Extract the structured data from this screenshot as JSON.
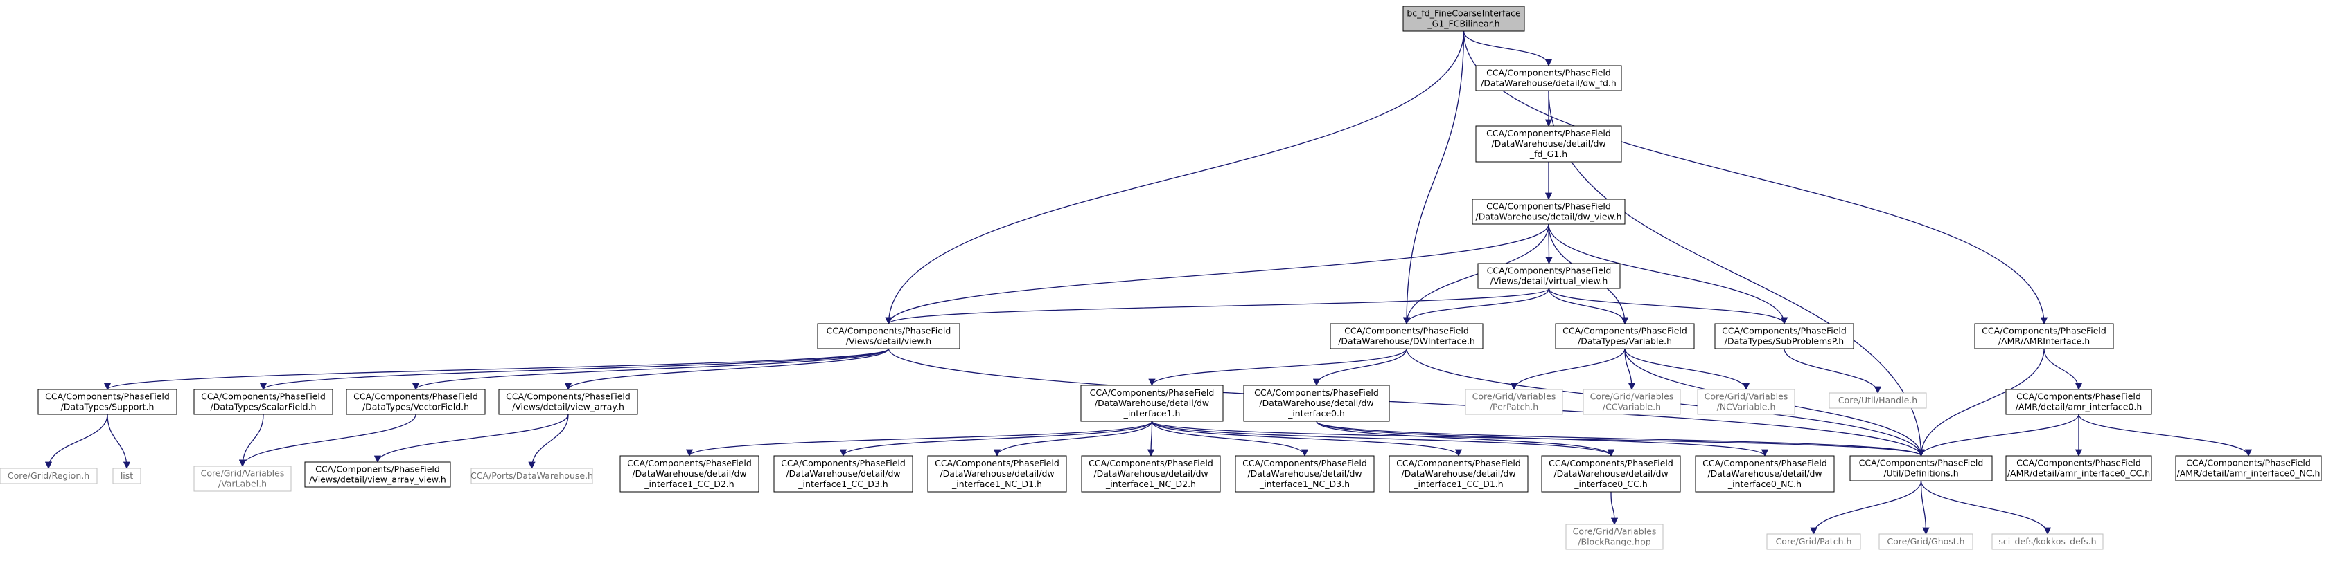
{
  "title": "bc_fd_FineCoarseInterface_G1_FCBilinear.h",
  "colors": {
    "edge": "#191970",
    "box_stroke": "#000000",
    "root_fill": "#bfbfbf",
    "external_stroke": "#bfbfbf",
    "external_text": "#6f6f6f"
  },
  "nodes": [
    {
      "id": "root",
      "lines": [
        "bc_fd_FineCoarseInterface",
        "_G1_FCBilinear.h"
      ],
      "kind": "root"
    },
    {
      "id": "dw_fd",
      "lines": [
        "CCA/Components/PhaseField",
        "/DataWarehouse/detail/dw_fd.h"
      ],
      "kind": "internal"
    },
    {
      "id": "dw_fd_G1",
      "lines": [
        "CCA/Components/PhaseField",
        "/DataWarehouse/detail/dw",
        "_fd_G1.h"
      ],
      "kind": "internal"
    },
    {
      "id": "dw_view",
      "lines": [
        "CCA/Components/PhaseField",
        "/DataWarehouse/detail/dw_view.h"
      ],
      "kind": "internal"
    },
    {
      "id": "virtual_view",
      "lines": [
        "CCA/Components/PhaseField",
        "/Views/detail/virtual_view.h"
      ],
      "kind": "internal"
    },
    {
      "id": "view",
      "lines": [
        "CCA/Components/PhaseField",
        "/Views/detail/view.h"
      ],
      "kind": "internal"
    },
    {
      "id": "dwinterface",
      "lines": [
        "CCA/Components/PhaseField",
        "/DataWarehouse/DWInterface.h"
      ],
      "kind": "internal"
    },
    {
      "id": "variable",
      "lines": [
        "CCA/Components/PhaseField",
        "/DataTypes/Variable.h"
      ],
      "kind": "internal"
    },
    {
      "id": "subproblemsp",
      "lines": [
        "CCA/Components/PhaseField",
        "/DataTypes/SubProblemsP.h"
      ],
      "kind": "internal"
    },
    {
      "id": "amrinterface",
      "lines": [
        "CCA/Components/PhaseField",
        "/AMR/AMRInterface.h"
      ],
      "kind": "internal"
    },
    {
      "id": "support",
      "lines": [
        "CCA/Components/PhaseField",
        "/DataTypes/Support.h"
      ],
      "kind": "internal"
    },
    {
      "id": "scalarfield",
      "lines": [
        "CCA/Components/PhaseField",
        "/DataTypes/ScalarField.h"
      ],
      "kind": "internal"
    },
    {
      "id": "vectorfield",
      "lines": [
        "CCA/Components/PhaseField",
        "/DataTypes/VectorField.h"
      ],
      "kind": "internal"
    },
    {
      "id": "view_array",
      "lines": [
        "CCA/Components/PhaseField",
        "/Views/detail/view_array.h"
      ],
      "kind": "internal"
    },
    {
      "id": "dw_interface1",
      "lines": [
        "CCA/Components/PhaseField",
        "/DataWarehouse/detail/dw",
        "_interface1.h"
      ],
      "kind": "internal"
    },
    {
      "id": "dw_interface0",
      "lines": [
        "CCA/Components/PhaseField",
        "/DataWarehouse/detail/dw",
        "_interface0.h"
      ],
      "kind": "internal"
    },
    {
      "id": "perpatch",
      "lines": [
        "Core/Grid/Variables",
        "/PerPatch.h"
      ],
      "kind": "external"
    },
    {
      "id": "ccvariable",
      "lines": [
        "Core/Grid/Variables",
        "/CCVariable.h"
      ],
      "kind": "external"
    },
    {
      "id": "ncvariable",
      "lines": [
        "Core/Grid/Variables",
        "/NCVariable.h"
      ],
      "kind": "external"
    },
    {
      "id": "handle",
      "lines": [
        "Core/Util/Handle.h"
      ],
      "kind": "external"
    },
    {
      "id": "amr_interface0",
      "lines": [
        "CCA/Components/PhaseField",
        "/AMR/detail/amr_interface0.h"
      ],
      "kind": "internal"
    },
    {
      "id": "region",
      "lines": [
        "Core/Grid/Region.h"
      ],
      "kind": "external"
    },
    {
      "id": "list",
      "lines": [
        "list"
      ],
      "kind": "external"
    },
    {
      "id": "varlabel",
      "lines": [
        "Core/Grid/Variables",
        "/VarLabel.h"
      ],
      "kind": "external"
    },
    {
      "id": "view_array_view",
      "lines": [
        "CCA/Components/PhaseField",
        "/Views/detail/view_array_view.h"
      ],
      "kind": "internal"
    },
    {
      "id": "ports_dw",
      "lines": [
        "CCA/Ports/DataWarehouse.h"
      ],
      "kind": "external"
    },
    {
      "id": "i1_cc_d2",
      "lines": [
        "CCA/Components/PhaseField",
        "/DataWarehouse/detail/dw",
        "_interface1_CC_D2.h"
      ],
      "kind": "internal"
    },
    {
      "id": "i1_cc_d3",
      "lines": [
        "CCA/Components/PhaseField",
        "/DataWarehouse/detail/dw",
        "_interface1_CC_D3.h"
      ],
      "kind": "internal"
    },
    {
      "id": "i1_nc_d1",
      "lines": [
        "CCA/Components/PhaseField",
        "/DataWarehouse/detail/dw",
        "_interface1_NC_D1.h"
      ],
      "kind": "internal"
    },
    {
      "id": "i1_nc_d2",
      "lines": [
        "CCA/Components/PhaseField",
        "/DataWarehouse/detail/dw",
        "_interface1_NC_D2.h"
      ],
      "kind": "internal"
    },
    {
      "id": "i1_nc_d3",
      "lines": [
        "CCA/Components/PhaseField",
        "/DataWarehouse/detail/dw",
        "_interface1_NC_D3.h"
      ],
      "kind": "internal"
    },
    {
      "id": "i1_cc_d1",
      "lines": [
        "CCA/Components/PhaseField",
        "/DataWarehouse/detail/dw",
        "_interface1_CC_D1.h"
      ],
      "kind": "internal"
    },
    {
      "id": "i0_cc",
      "lines": [
        "CCA/Components/PhaseField",
        "/DataWarehouse/detail/dw",
        "_interface0_CC.h"
      ],
      "kind": "internal"
    },
    {
      "id": "i0_nc",
      "lines": [
        "CCA/Components/PhaseField",
        "/DataWarehouse/detail/dw",
        "_interface0_NC.h"
      ],
      "kind": "internal"
    },
    {
      "id": "definitions",
      "lines": [
        "CCA/Components/PhaseField",
        "/Util/Definitions.h"
      ],
      "kind": "internal"
    },
    {
      "id": "amr_i0_cc",
      "lines": [
        "CCA/Components/PhaseField",
        "/AMR/detail/amr_interface0_CC.h"
      ],
      "kind": "internal"
    },
    {
      "id": "amr_i0_nc",
      "lines": [
        "CCA/Components/PhaseField",
        "/AMR/detail/amr_interface0_NC.h"
      ],
      "kind": "internal"
    },
    {
      "id": "blockrange",
      "lines": [
        "Core/Grid/Variables",
        "/BlockRange.hpp"
      ],
      "kind": "external"
    },
    {
      "id": "patch",
      "lines": [
        "Core/Grid/Patch.h"
      ],
      "kind": "external"
    },
    {
      "id": "ghost",
      "lines": [
        "Core/Grid/Ghost.h"
      ],
      "kind": "external"
    },
    {
      "id": "kokkos",
      "lines": [
        "sci_defs/kokkos_defs.h"
      ],
      "kind": "external"
    }
  ],
  "edges": [
    [
      "root",
      "dw_fd"
    ],
    [
      "root",
      "view"
    ],
    [
      "root",
      "dwinterface"
    ],
    [
      "root",
      "amrinterface"
    ],
    [
      "dw_fd",
      "dw_fd_G1"
    ],
    [
      "dw_fd",
      "definitions"
    ],
    [
      "dw_fd_G1",
      "dw_view"
    ],
    [
      "dw_view",
      "virtual_view"
    ],
    [
      "dw_view",
      "view"
    ],
    [
      "dw_view",
      "dwinterface"
    ],
    [
      "dw_view",
      "variable"
    ],
    [
      "dw_view",
      "subproblemsp"
    ],
    [
      "virtual_view",
      "view"
    ],
    [
      "virtual_view",
      "dwinterface"
    ],
    [
      "virtual_view",
      "variable"
    ],
    [
      "virtual_view",
      "subproblemsp"
    ],
    [
      "view",
      "support"
    ],
    [
      "view",
      "scalarfield"
    ],
    [
      "view",
      "vectorfield"
    ],
    [
      "view",
      "view_array"
    ],
    [
      "view",
      "definitions"
    ],
    [
      "dwinterface",
      "dw_interface1"
    ],
    [
      "dwinterface",
      "dw_interface0"
    ],
    [
      "dwinterface",
      "definitions"
    ],
    [
      "variable",
      "perpatch"
    ],
    [
      "variable",
      "ccvariable"
    ],
    [
      "variable",
      "ncvariable"
    ],
    [
      "variable",
      "definitions"
    ],
    [
      "subproblemsp",
      "handle"
    ],
    [
      "amrinterface",
      "amr_interface0"
    ],
    [
      "amrinterface",
      "definitions"
    ],
    [
      "support",
      "region"
    ],
    [
      "support",
      "list"
    ],
    [
      "scalarfield",
      "varlabel"
    ],
    [
      "vectorfield",
      "varlabel"
    ],
    [
      "view_array",
      "view_array_view"
    ],
    [
      "view_array",
      "ports_dw"
    ],
    [
      "dw_interface1",
      "i1_cc_d2"
    ],
    [
      "dw_interface1",
      "i1_cc_d3"
    ],
    [
      "dw_interface1",
      "i1_nc_d1"
    ],
    [
      "dw_interface1",
      "i1_nc_d2"
    ],
    [
      "dw_interface1",
      "i1_nc_d3"
    ],
    [
      "dw_interface1",
      "i1_cc_d1"
    ],
    [
      "dw_interface1",
      "i0_cc"
    ],
    [
      "dw_interface1",
      "definitions"
    ],
    [
      "dw_interface0",
      "i0_cc"
    ],
    [
      "dw_interface0",
      "i0_nc"
    ],
    [
      "dw_interface0",
      "definitions"
    ],
    [
      "amr_interface0",
      "amr_i0_cc"
    ],
    [
      "amr_interface0",
      "amr_i0_nc"
    ],
    [
      "amr_interface0",
      "definitions"
    ],
    [
      "i0_cc",
      "blockrange"
    ],
    [
      "definitions",
      "patch"
    ],
    [
      "definitions",
      "ghost"
    ],
    [
      "definitions",
      "kokkos"
    ]
  ]
}
